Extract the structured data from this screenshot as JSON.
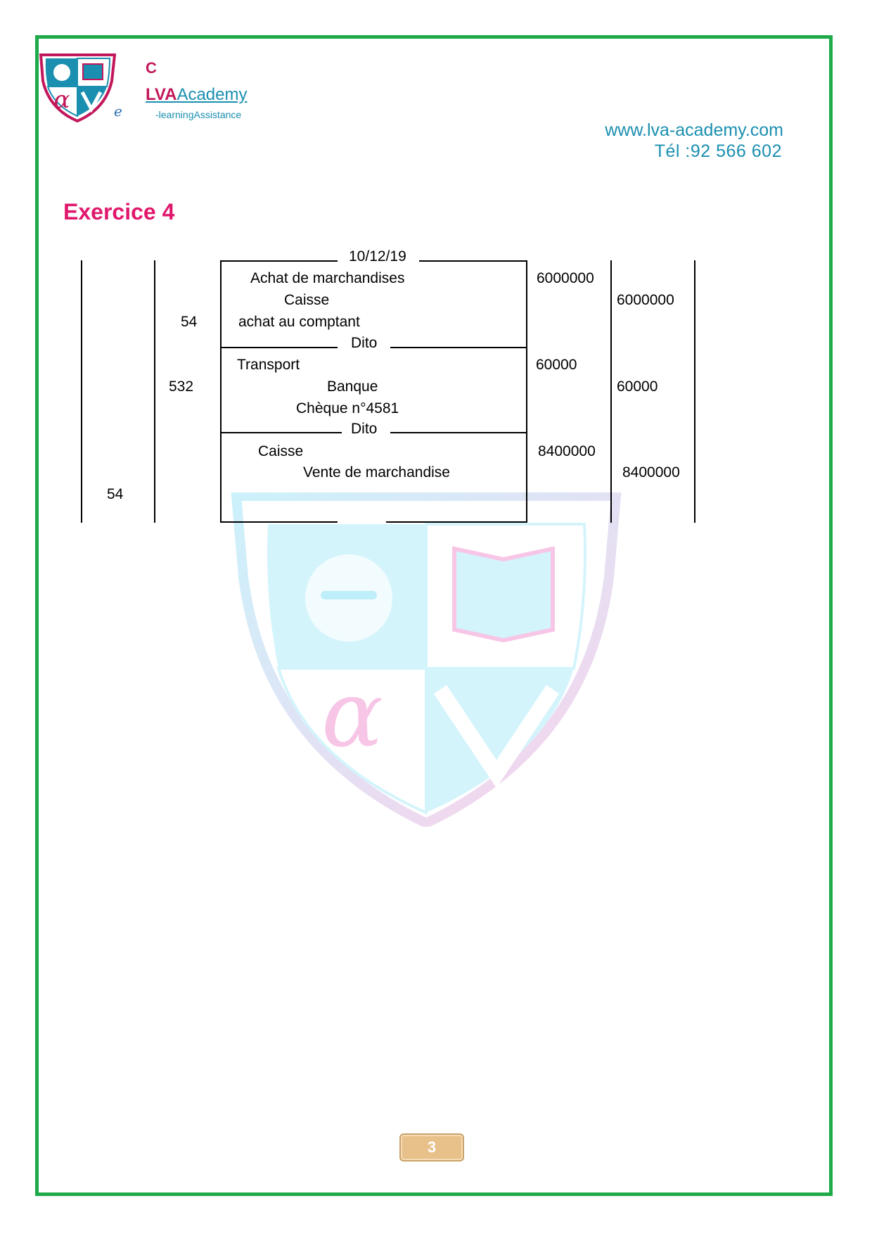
{
  "header": {
    "brand_c": "C",
    "brand_lva": "LVA",
    "brand_academy": "Academy",
    "brand_e": "e",
    "tagline": "-learningAssistance",
    "website": "www.lva-academy.com",
    "phone": "Tél :92 566 602"
  },
  "title": "Exercice 4",
  "journal": {
    "entries": [
      {
        "date": "10/12/19",
        "debit_account": "",
        "credit_account": "54",
        "debit_label": "Achat de marchandises",
        "credit_label": "Caisse",
        "description": "achat au comptant",
        "debit_amount": "6000000",
        "credit_amount": "6000000"
      },
      {
        "date": "Dito",
        "debit_account": "",
        "credit_account": "532",
        "debit_label": "Transport",
        "credit_label": "Banque",
        "description": "Chèque n°4581",
        "debit_amount": "60000",
        "credit_amount": "60000"
      },
      {
        "date": "Dito",
        "debit_account": "54",
        "credit_account": "",
        "debit_label": "Caisse",
        "credit_label": "Vente de marchandise",
        "description": "",
        "debit_amount": "8400000",
        "credit_amount": "8400000"
      }
    ]
  },
  "page_number": "3",
  "colors": {
    "frame": "#1faa4a",
    "title": "#e0186c",
    "teal": "#1a8fb0",
    "magenta": "#c2185b"
  }
}
